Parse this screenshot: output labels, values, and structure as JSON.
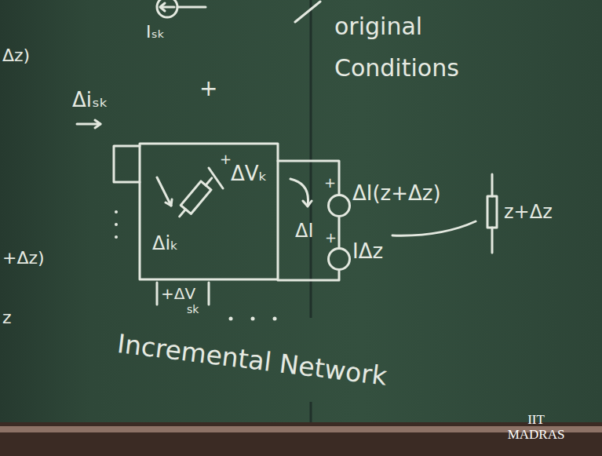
{
  "diagram": {
    "nodes": [
      {
        "text": [
          "ΔI(z+Δz)"
        ]
      },
      {
        "text": [
          "IΔz"
        ]
      }
    ],
    "edges": [
      {
        "from": 0,
        "to": 1,
        "arrow": "none"
      }
    ],
    "labels": [
      "Δz)",
      "Iₛₖ",
      "+",
      "original Conditions",
      "Δiₛₖ",
      "+",
      "ΔVₖ",
      "Δiₖ",
      "+Δz)",
      "ΔI",
      "+",
      "+",
      "z+Δz",
      "+ΔV",
      "sk",
      "z",
      "Incremental Network",
      "IIT MADRAS"
    ]
  }
}
